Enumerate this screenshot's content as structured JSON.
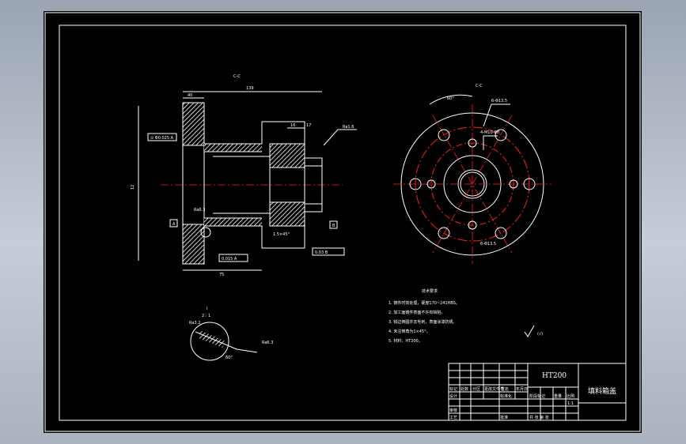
{
  "drawing": {
    "section_label": "C-C",
    "detail_label": "I",
    "detail_scale": "2 : 1",
    "datum_labels": [
      "A",
      "B"
    ],
    "material": "HT200",
    "part_name": "填料箱盖",
    "roughness_other": "(√)",
    "tech_req_title": "技术要求",
    "tech_req": [
      "1. 铸件时效处理，硬度170~241HBS。",
      "2. 加工面铸件表面不许有缺陷。",
      "3. 锐边倒圆并去毛刺，表面涂漆防锈。",
      "4. 未注倒角为1×45°。",
      "5. 材料：HT200。"
    ],
    "dims": {
      "len_total": "139",
      "len_flange": "75",
      "len_a": "40",
      "len_b": "16",
      "len_c": "17",
      "len_d": "12",
      "ra_1": "Ra1.6",
      "ra_2": "Ra3.2",
      "ra_3": "Ra6.3",
      "hole_callout": "6-Φ13.5",
      "hole_callout2": "4-M10-6H",
      "tol_1": "0.015 A",
      "tol_2": "0.03 B",
      "chamfer": "1.5×45°",
      "angle": "60°",
      "circle_mark": "⊙ Φ0.025 A"
    },
    "title_block_labels": {
      "mark": "标记",
      "count": "处数",
      "zone": "分区",
      "doc_no": "更改文件号",
      "sign": "签名",
      "date": "年月日",
      "design": "设计",
      "standard": "标准化",
      "review": "审核",
      "process": "工艺",
      "approve": "批准",
      "stage": "阶段标记",
      "weight": "重量",
      "scale": "比例",
      "sheet": "共 张 第 张",
      "scale_val": "1:1"
    }
  }
}
